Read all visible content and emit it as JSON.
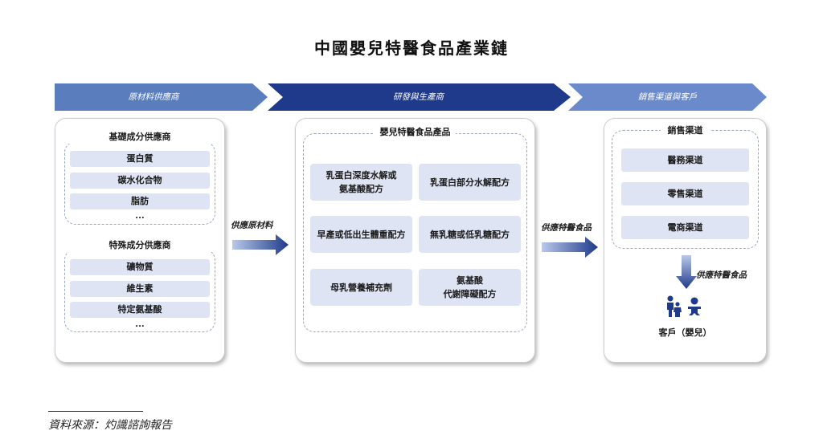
{
  "title": "中國嬰兒特醫食品產業鏈",
  "stages": [
    {
      "label": "原材料供應商",
      "color": "#5a7dbd"
    },
    {
      "label": "研發與生產商",
      "color": "#1f3a8a"
    },
    {
      "label": "銷售渠道與客戶",
      "color": "#6b8acb"
    }
  ],
  "suppliers": {
    "basic": {
      "title": "基礎成分供應商",
      "items": [
        "蛋白質",
        "碳水化合物",
        "脂肪"
      ],
      "more": "..."
    },
    "special": {
      "title": "特殊成分供應商",
      "items": [
        "礦物質",
        "維生素",
        "特定氨基酸"
      ],
      "more": "..."
    }
  },
  "products": {
    "title": "嬰兒特醫食品產品",
    "items": [
      "乳蛋白深度水解或\n氨基酸配方",
      "乳蛋白部分水解配方",
      "早產或低出生體重配方",
      "無乳糖或低乳糖配方",
      "母乳營養補充劑",
      "氨基酸\n代謝障礙配方"
    ]
  },
  "channels": {
    "title": "銷售渠道",
    "items": [
      "醫務渠道",
      "零售渠道",
      "電商渠道"
    ]
  },
  "flows": {
    "raw": "供應原材料",
    "food": "供應特醫食品",
    "customer": "供應特醫食品"
  },
  "customer_label": "客戶（嬰兒）",
  "source": "資料來源：灼識諮詢報告",
  "icons": [
    "parent-child-icon",
    "baby-icon"
  ]
}
